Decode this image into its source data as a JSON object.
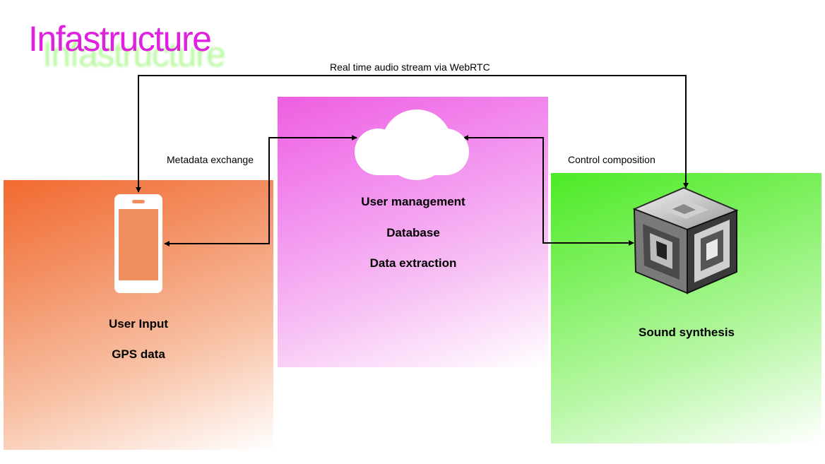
{
  "title": "Infastructure",
  "title_color": "#e020e0",
  "title_shadow_color": "#5ef025",
  "panels": {
    "user": {
      "lines": [
        "User Input",
        "GPS data"
      ],
      "color": "#f26a30"
    },
    "server": {
      "lines": [
        "User management",
        "Database",
        "Data extraction"
      ],
      "color": "#ee5ee0"
    },
    "synth": {
      "lines": [
        "Sound synthesis"
      ],
      "color": "#4cea25"
    }
  },
  "edges": {
    "audio_stream": "Real time audio stream via WebRTC",
    "metadata": "Metadata exchange",
    "control": "Control composition"
  },
  "icons": [
    "phone-icon",
    "cloud-icon",
    "cube-icon"
  ]
}
